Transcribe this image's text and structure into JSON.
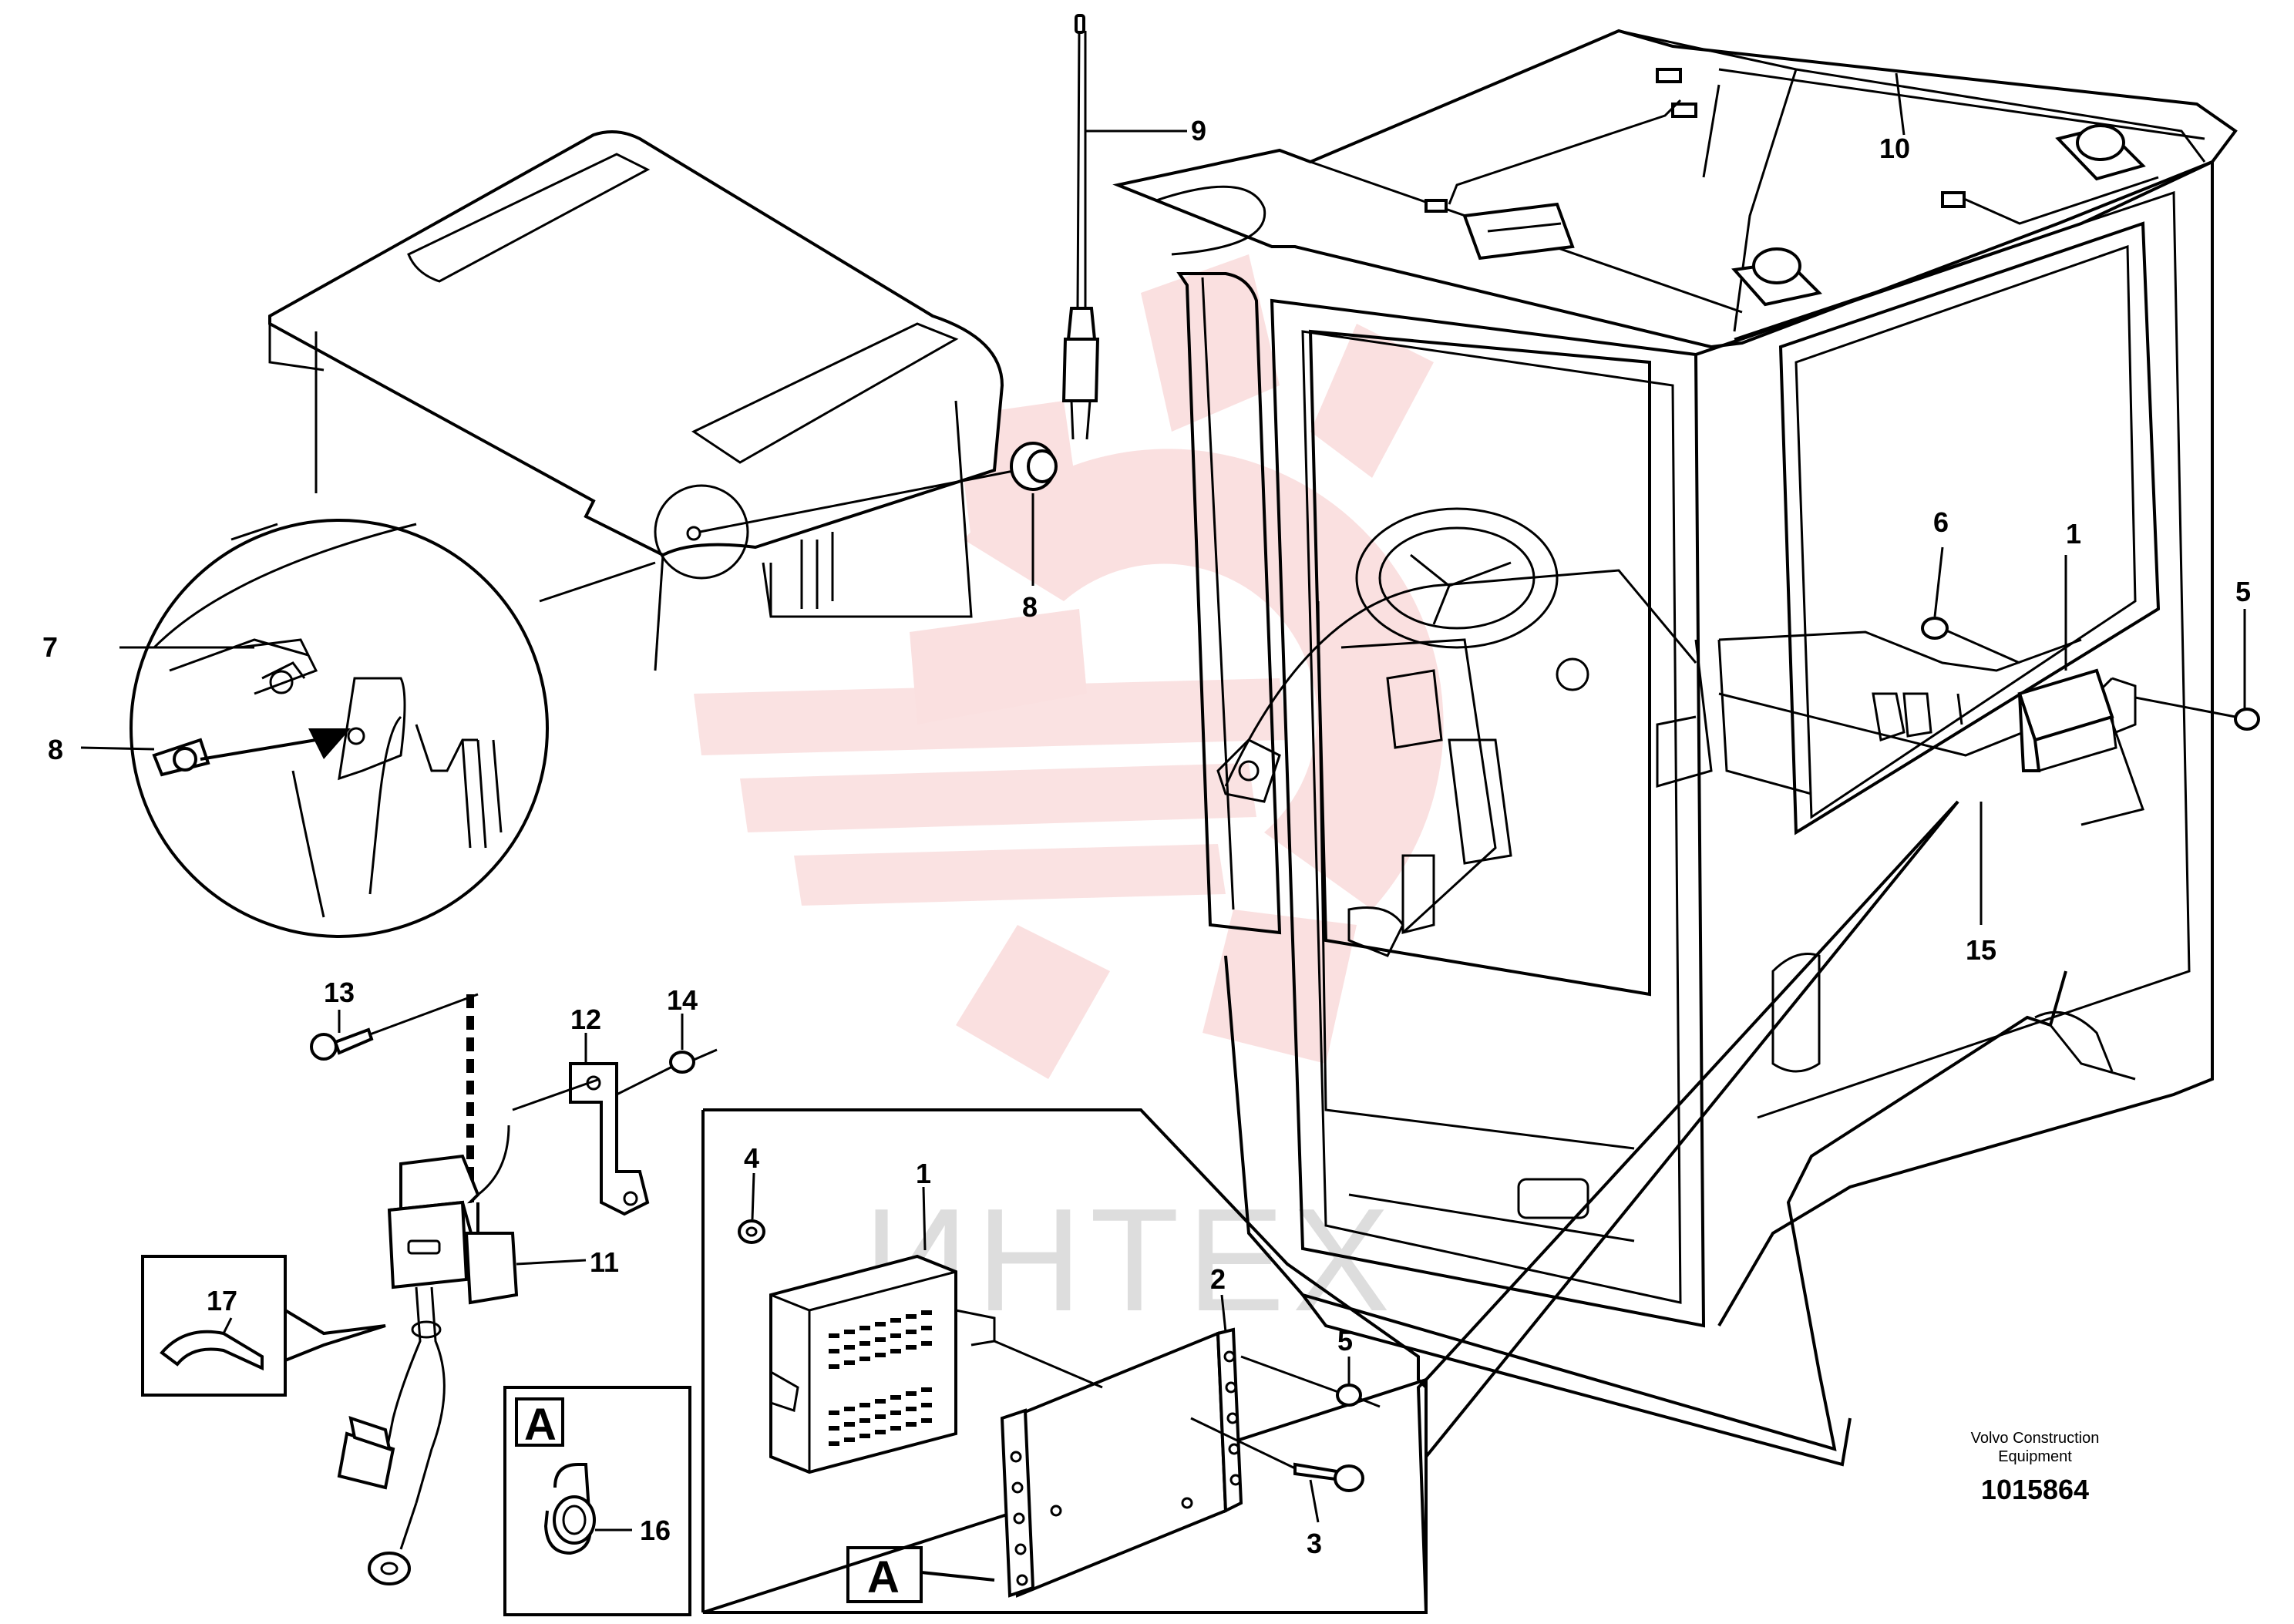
{
  "diagram": {
    "callouts": {
      "c1_cab": "1",
      "c5_cab": "5",
      "c6": "6",
      "c7": "7",
      "c8_detail": "8",
      "c8_antenna": "8",
      "c9": "9",
      "c10": "10",
      "c11": "11",
      "c12": "12",
      "c13": "13",
      "c14": "14",
      "c15": "15",
      "c16": "16",
      "c17": "17",
      "c4_box": "4",
      "c1_box": "1",
      "c2_box": "2",
      "c5_box": "5",
      "c3_box": "3"
    },
    "view_labels": {
      "a_small_box": "A",
      "a_bracket": "A"
    },
    "brand_line1": "Volvo Construction",
    "brand_line2": "Equipment",
    "drawing_number": "1015864",
    "watermark_text": "ИНТЕХ"
  },
  "colors": {
    "line": "#000000",
    "watermark": "#e05050"
  }
}
